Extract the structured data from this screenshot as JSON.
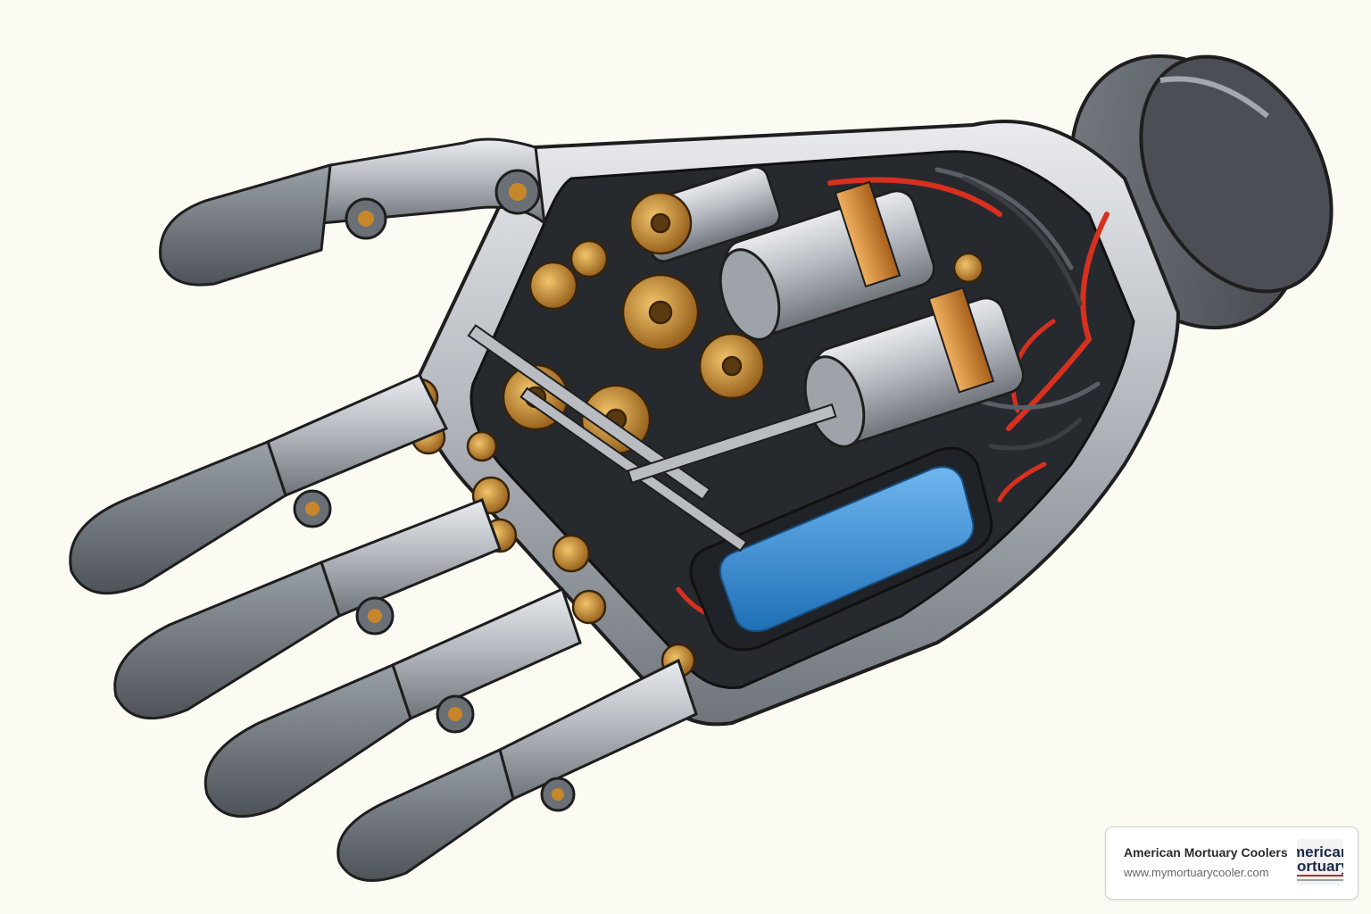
{
  "watermark": {
    "company": "American Mortuary Coolers",
    "url": "www.mymortuarycooler.com",
    "logo_text": "American Mortuary"
  },
  "colors": {
    "background": "#fbfaf3",
    "metal_dark": "#5f6368",
    "metal_light": "#c9ccd0",
    "brass": "#c8862a",
    "copper": "#d98a2b",
    "battery": "#3a8fd6",
    "wire_red": "#d8301f",
    "outline": "#1e1e1e"
  }
}
